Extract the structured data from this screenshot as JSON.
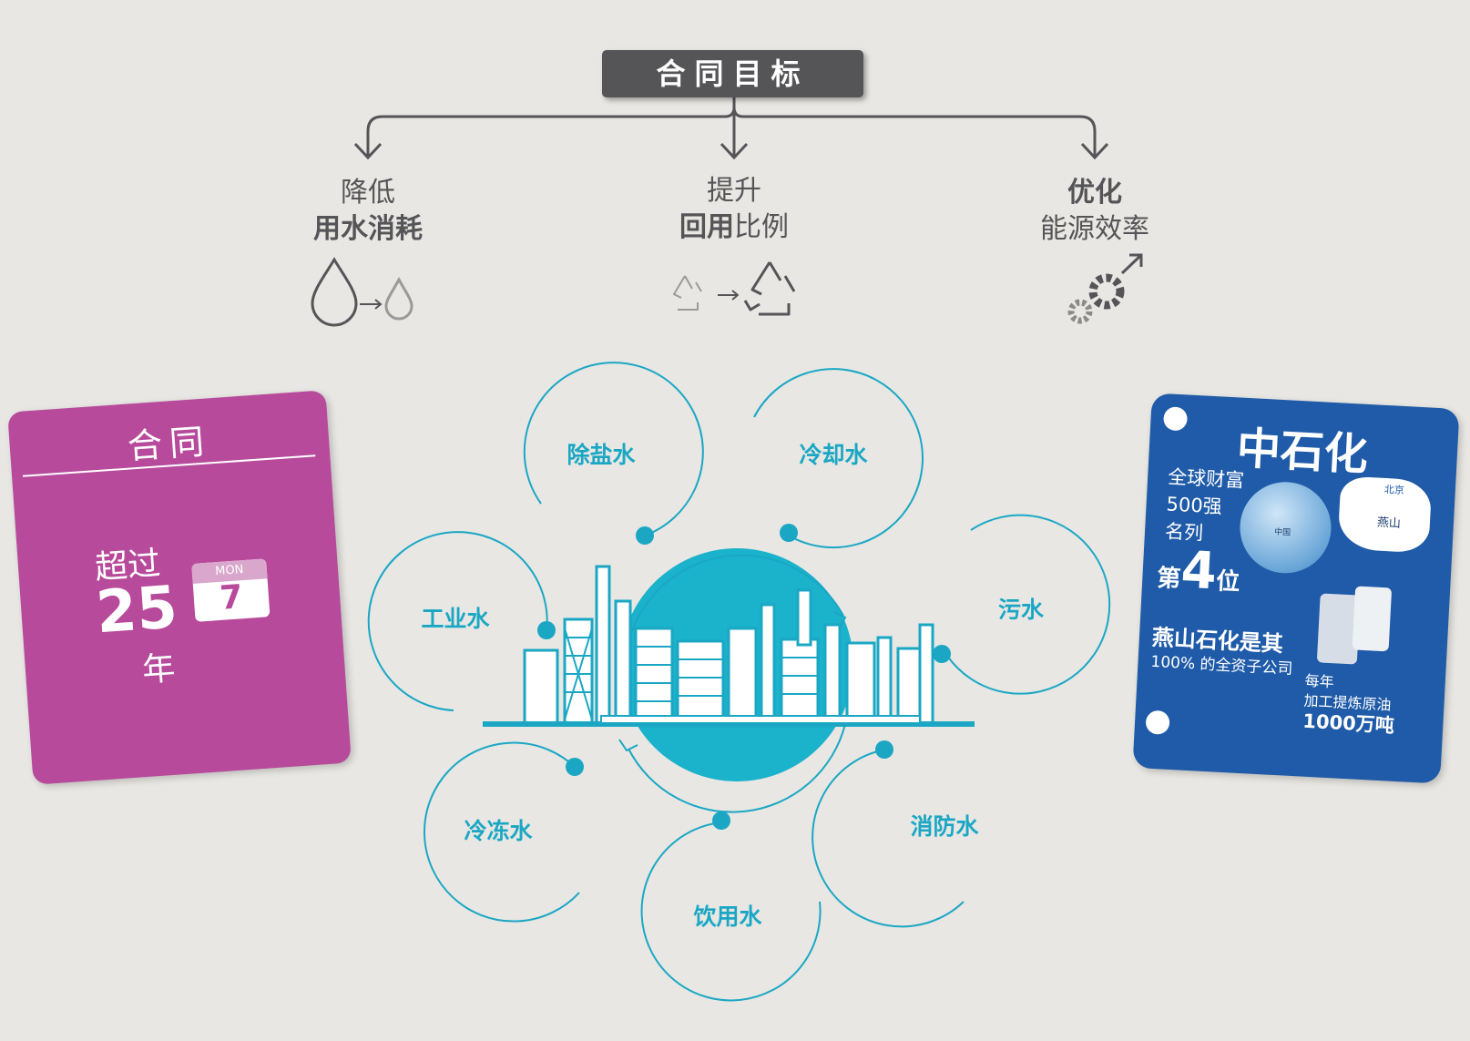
{
  "header": {
    "title": "合同目标"
  },
  "goals": [
    {
      "line1": "降低",
      "line2_bold": "用水消耗",
      "line2_rest": "",
      "line1_bold": false
    },
    {
      "line1": "提升",
      "line2_bold": "回用",
      "line2_rest": "比例",
      "line1_bold": false
    },
    {
      "line1": "优化",
      "line2_bold": "",
      "line2_rest": "能源效率",
      "line1_bold": true
    }
  ],
  "goal_icons": [
    "water-drop-reduce-icon",
    "recycle-increase-icon",
    "gears-optimize-icon"
  ],
  "water_types": [
    "除盐水",
    "冷却水",
    "工业水",
    "污水",
    "冷冻水",
    "消防水",
    "饮用水"
  ],
  "contract_card": {
    "title": "合同",
    "pre": "超过",
    "number": "25",
    "unit": "年",
    "calendar_day_label": "MON",
    "calendar_day": "7",
    "color": "#b84a9c"
  },
  "sinopec_card": {
    "title": "中石化",
    "rank_line1": "全球财富",
    "rank_line2": "500强",
    "rank_line3": "名列",
    "rank_prefix": "第",
    "rank_number": "4",
    "rank_suffix": "位",
    "map_label_china": "中国",
    "map_label_beijing": "北京",
    "map_label_yanshan": "燕山",
    "subsidiary_bold": "燕山石化是其",
    "subsidiary_text": "100% 的全资子公司",
    "capacity_line1": "每年",
    "capacity_line2": "加工提炼原油",
    "capacity_value": "1000万吨",
    "color": "#1f5ba8"
  },
  "colors": {
    "accent": "#1ba7c4",
    "header_bg": "#555558",
    "text_gray": "#555558",
    "background": "#e8e7e3"
  }
}
